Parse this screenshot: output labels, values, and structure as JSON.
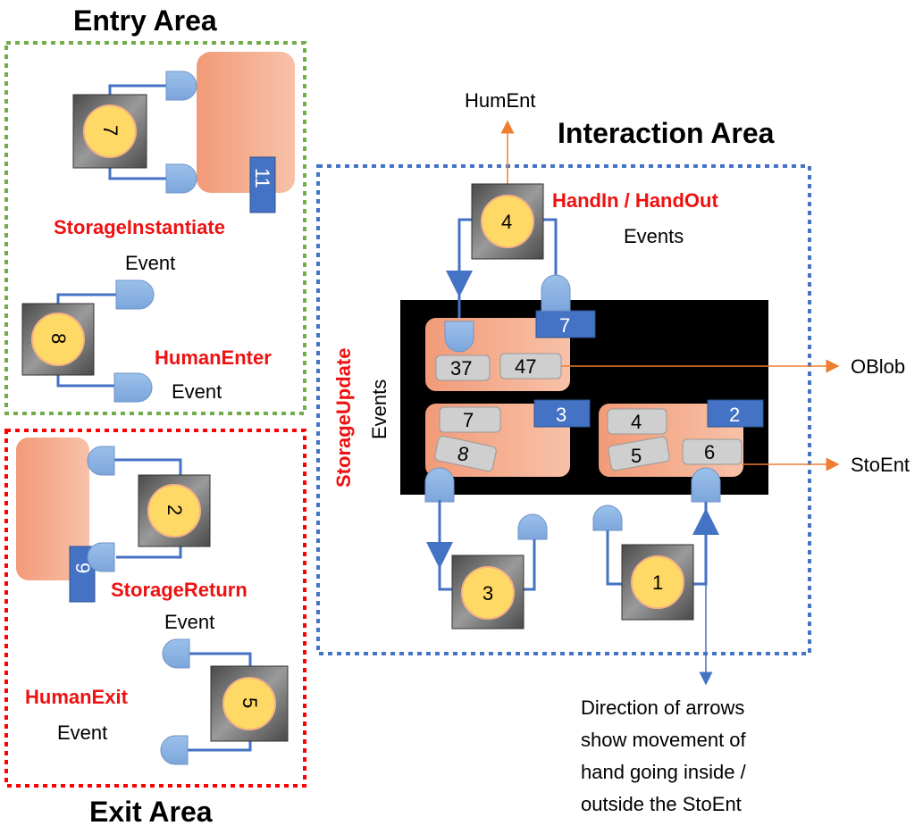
{
  "areas": {
    "entry_title": "Entry Area",
    "exit_title": "Exit Area",
    "interaction_title": "Interaction Area"
  },
  "events": {
    "storage_instantiate": "StorageInstantiate",
    "human_enter": "HumanEnter",
    "storage_return": "StorageReturn",
    "human_exit": "HumanExit",
    "handin_handout": "HandIn / HandOut",
    "storage_update": "StorageUpdate",
    "event_word": "Event",
    "events_word": "Events"
  },
  "labels": {
    "humEnt": "HumEnt",
    "oblob": "OBlob",
    "stoEnt": "StoEnt",
    "note_line1": "Direction of arrows",
    "note_line2": "show movement of",
    "note_line3": "hand going inside /",
    "note_line4": "outside the StoEnt"
  },
  "humans": {
    "h7": "7",
    "h8": "8",
    "h2": "2",
    "h5": "5",
    "h4": "4",
    "h3": "3",
    "h1": "1"
  },
  "storage_ids": {
    "s11": "11",
    "s9": "9",
    "s7": "7",
    "s3": "3",
    "s2": "2"
  },
  "objects": {
    "o37": "37",
    "o47": "47",
    "o7": "7",
    "o8": "8",
    "o4": "4",
    "o5": "5",
    "o6": "6"
  },
  "colors": {
    "entry_border": "#70ad47",
    "exit_border": "#ff0000",
    "interaction_border": "#4472c4",
    "arrow_blue": "#4472c4",
    "arrow_orange": "#ed7d31",
    "storage_fill": "#f4a584",
    "id_badge": "#4472c4"
  }
}
